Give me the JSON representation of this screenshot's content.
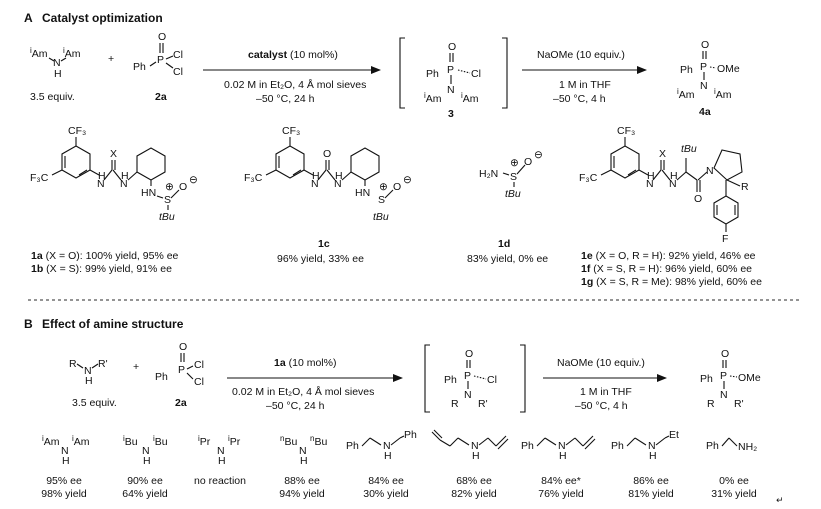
{
  "section_a": {
    "letter": "A",
    "title": "Catalyst optimization",
    "amine_pre": "Am",
    "amine_left_super": "i",
    "amine_right_super": "i",
    "amine_right": "Am",
    "amine_n": "N",
    "amine_h": "H",
    "plus": "+",
    "equiv": "3.5 equiv.",
    "reagent_label": "2a",
    "reagent_ph": "Ph",
    "reagent_p": "P",
    "reagent_o": "O",
    "reagent_cl": "Cl",
    "arrow1_catalyst_bold": "catalyst",
    "arrow1_catalyst_rest": " (10 mol%)",
    "arrow1_line1": "0.02 M in Et₂O, 4 Å mol sieves",
    "arrow1_line2": "–50 °C, 24 h",
    "intermediate_label": "3",
    "arrow2_top": "NaOMe (10 equiv.)",
    "arrow2_line1": "1 M in THF",
    "arrow2_line2": "–50 °C, 4 h",
    "product_label": "4a",
    "product_ome": "OMe",
    "cf3": "CF₃",
    "f3c": "F₃C",
    "cat_1a_bold": "1a",
    "cat_1a_text": " (X = O): 100% yield, 95% ee",
    "cat_1b_bold": "1b",
    "cat_1b_text": " (X = S): 99% yield, 91% ee",
    "cat_1c_label": "1c",
    "cat_1c_text": "96% yield, 33% ee",
    "cat_1d_label": "1d",
    "cat_1d_text": "83% yield, 0% ee",
    "cat_1e_bold": "1e",
    "cat_1e_text": " (X = O, R = H): 92% yield, 46% ee",
    "cat_1f_bold": "1f",
    "cat_1f_text": " (X = S, R = H): 96% yield, 60% ee",
    "cat_1g_bold": "1g",
    "cat_1g_text": " (X = S, R = Me): 98% yield, 60% ee",
    "tbu": "tBu",
    "h2n": "H₂N",
    "hn": "HN",
    "s": "S",
    "x": "X",
    "n": "N",
    "h": "H",
    "f": "F",
    "r": "R",
    "o": "O"
  },
  "section_b": {
    "letter": "B",
    "title": "Effect of amine structure",
    "amine_r": "R",
    "amine_r2": "R'",
    "plus": "+",
    "equiv": "3.5 equiv.",
    "reagent_label": "2a",
    "arrow1_cat_bold": "1a",
    "arrow1_cat_rest": " (10 mol%)",
    "arrow1_line1": "0.02 M in Et₂O, 4 Å mol sieves",
    "arrow1_line2": "–50 °C, 24 h",
    "arrow2_top": "NaOMe (10 equiv.)",
    "arrow2_line1": "1 M in THF",
    "arrow2_line2": "–50 °C, 4 h",
    "amines": [
      {
        "left": "Am",
        "right": "Am",
        "ls": "i",
        "rs": "i",
        "ee": "95% ee",
        "yield": "98% yield"
      },
      {
        "left": "Bu",
        "right": "Bu",
        "ls": "i",
        "rs": "i",
        "ee": "90% ee",
        "yield": "64% yield"
      },
      {
        "left": "Pr",
        "right": "Pr",
        "ls": "i",
        "rs": "i",
        "ee": "no reaction",
        "yield": ""
      },
      {
        "left": "Bu",
        "right": "Bu",
        "ls": "n",
        "rs": "n",
        "ee": "88% ee",
        "yield": "94% yield"
      },
      {
        "left": "Ph",
        "right": "Ph",
        "ls": "",
        "rs": "",
        "ee": "84% ee",
        "yield": "30% yield"
      },
      {
        "left": "",
        "right": "",
        "ls": "",
        "rs": "",
        "ee": "68% ee",
        "yield": "82% yield"
      },
      {
        "left": "Ph",
        "right": "",
        "ls": "",
        "rs": "",
        "ee": "84% ee*",
        "yield": "76% yield"
      },
      {
        "left": "Ph",
        "right": "Et",
        "ls": "",
        "rs": "",
        "ee": "86% ee",
        "yield": "81% yield"
      },
      {
        "left": "Ph",
        "right": "NH₂",
        "ls": "",
        "rs": "",
        "ee": "0% ee",
        "yield": "31% yield"
      }
    ]
  }
}
